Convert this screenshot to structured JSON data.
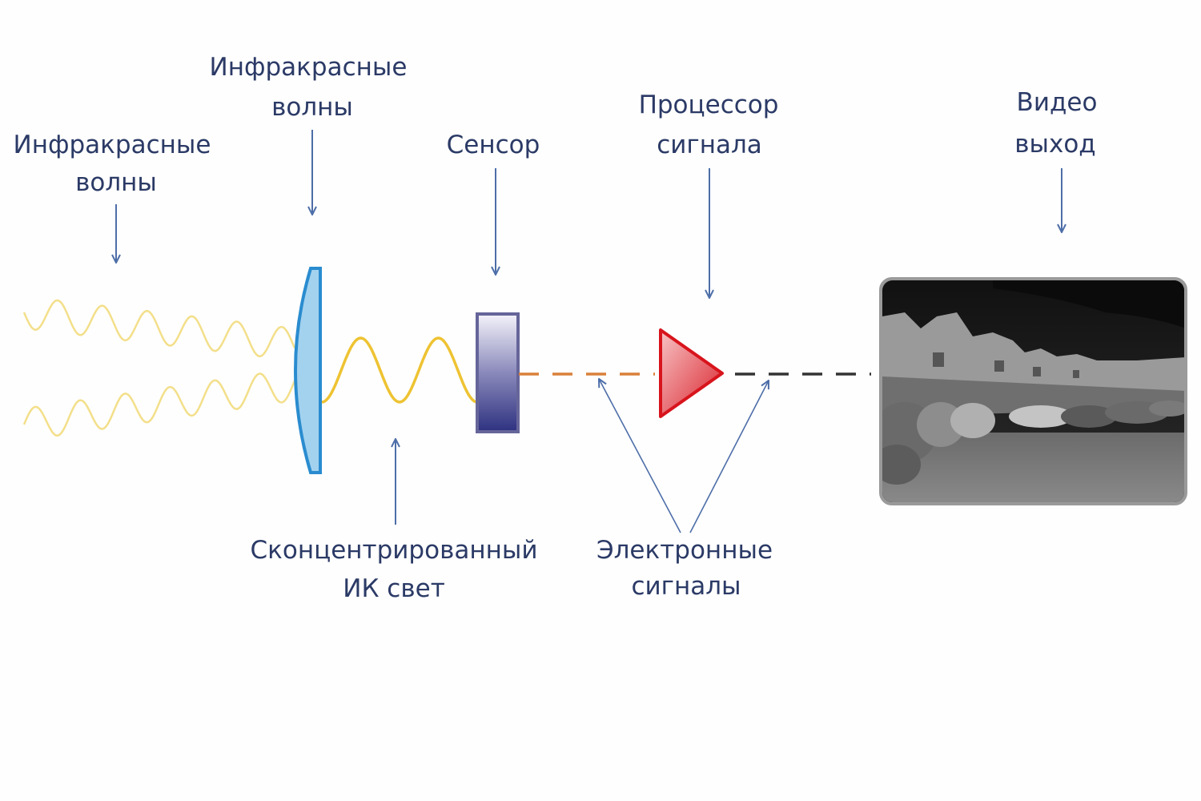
{
  "labels": {
    "ir_waves_left": [
      "Инфракрасные",
      "волны"
    ],
    "ir_waves_lens": [
      "Инфракрасные",
      "волны"
    ],
    "sensor": "Сенсор",
    "processor": [
      "Процессор",
      "сигнала"
    ],
    "video_out": [
      "Видео",
      "выход"
    ],
    "focused_ir": [
      "Сконцентрированный",
      "ИК свет"
    ],
    "electronic_signals": [
      "Электронные",
      "сигналы"
    ]
  },
  "colors": {
    "text": "#2b3a66",
    "arrow": "#4d6ea8",
    "ir_wave_faint": "#f3df8a",
    "ir_wave_focused": "#eec332",
    "lens_fill": "#a3d2ef",
    "lens_stroke": "#2a8ccf",
    "sensor_stroke": "#66659a",
    "signal_orange": "#d9803a",
    "processor_red": "#d8141c",
    "video_signal": "#333333"
  }
}
